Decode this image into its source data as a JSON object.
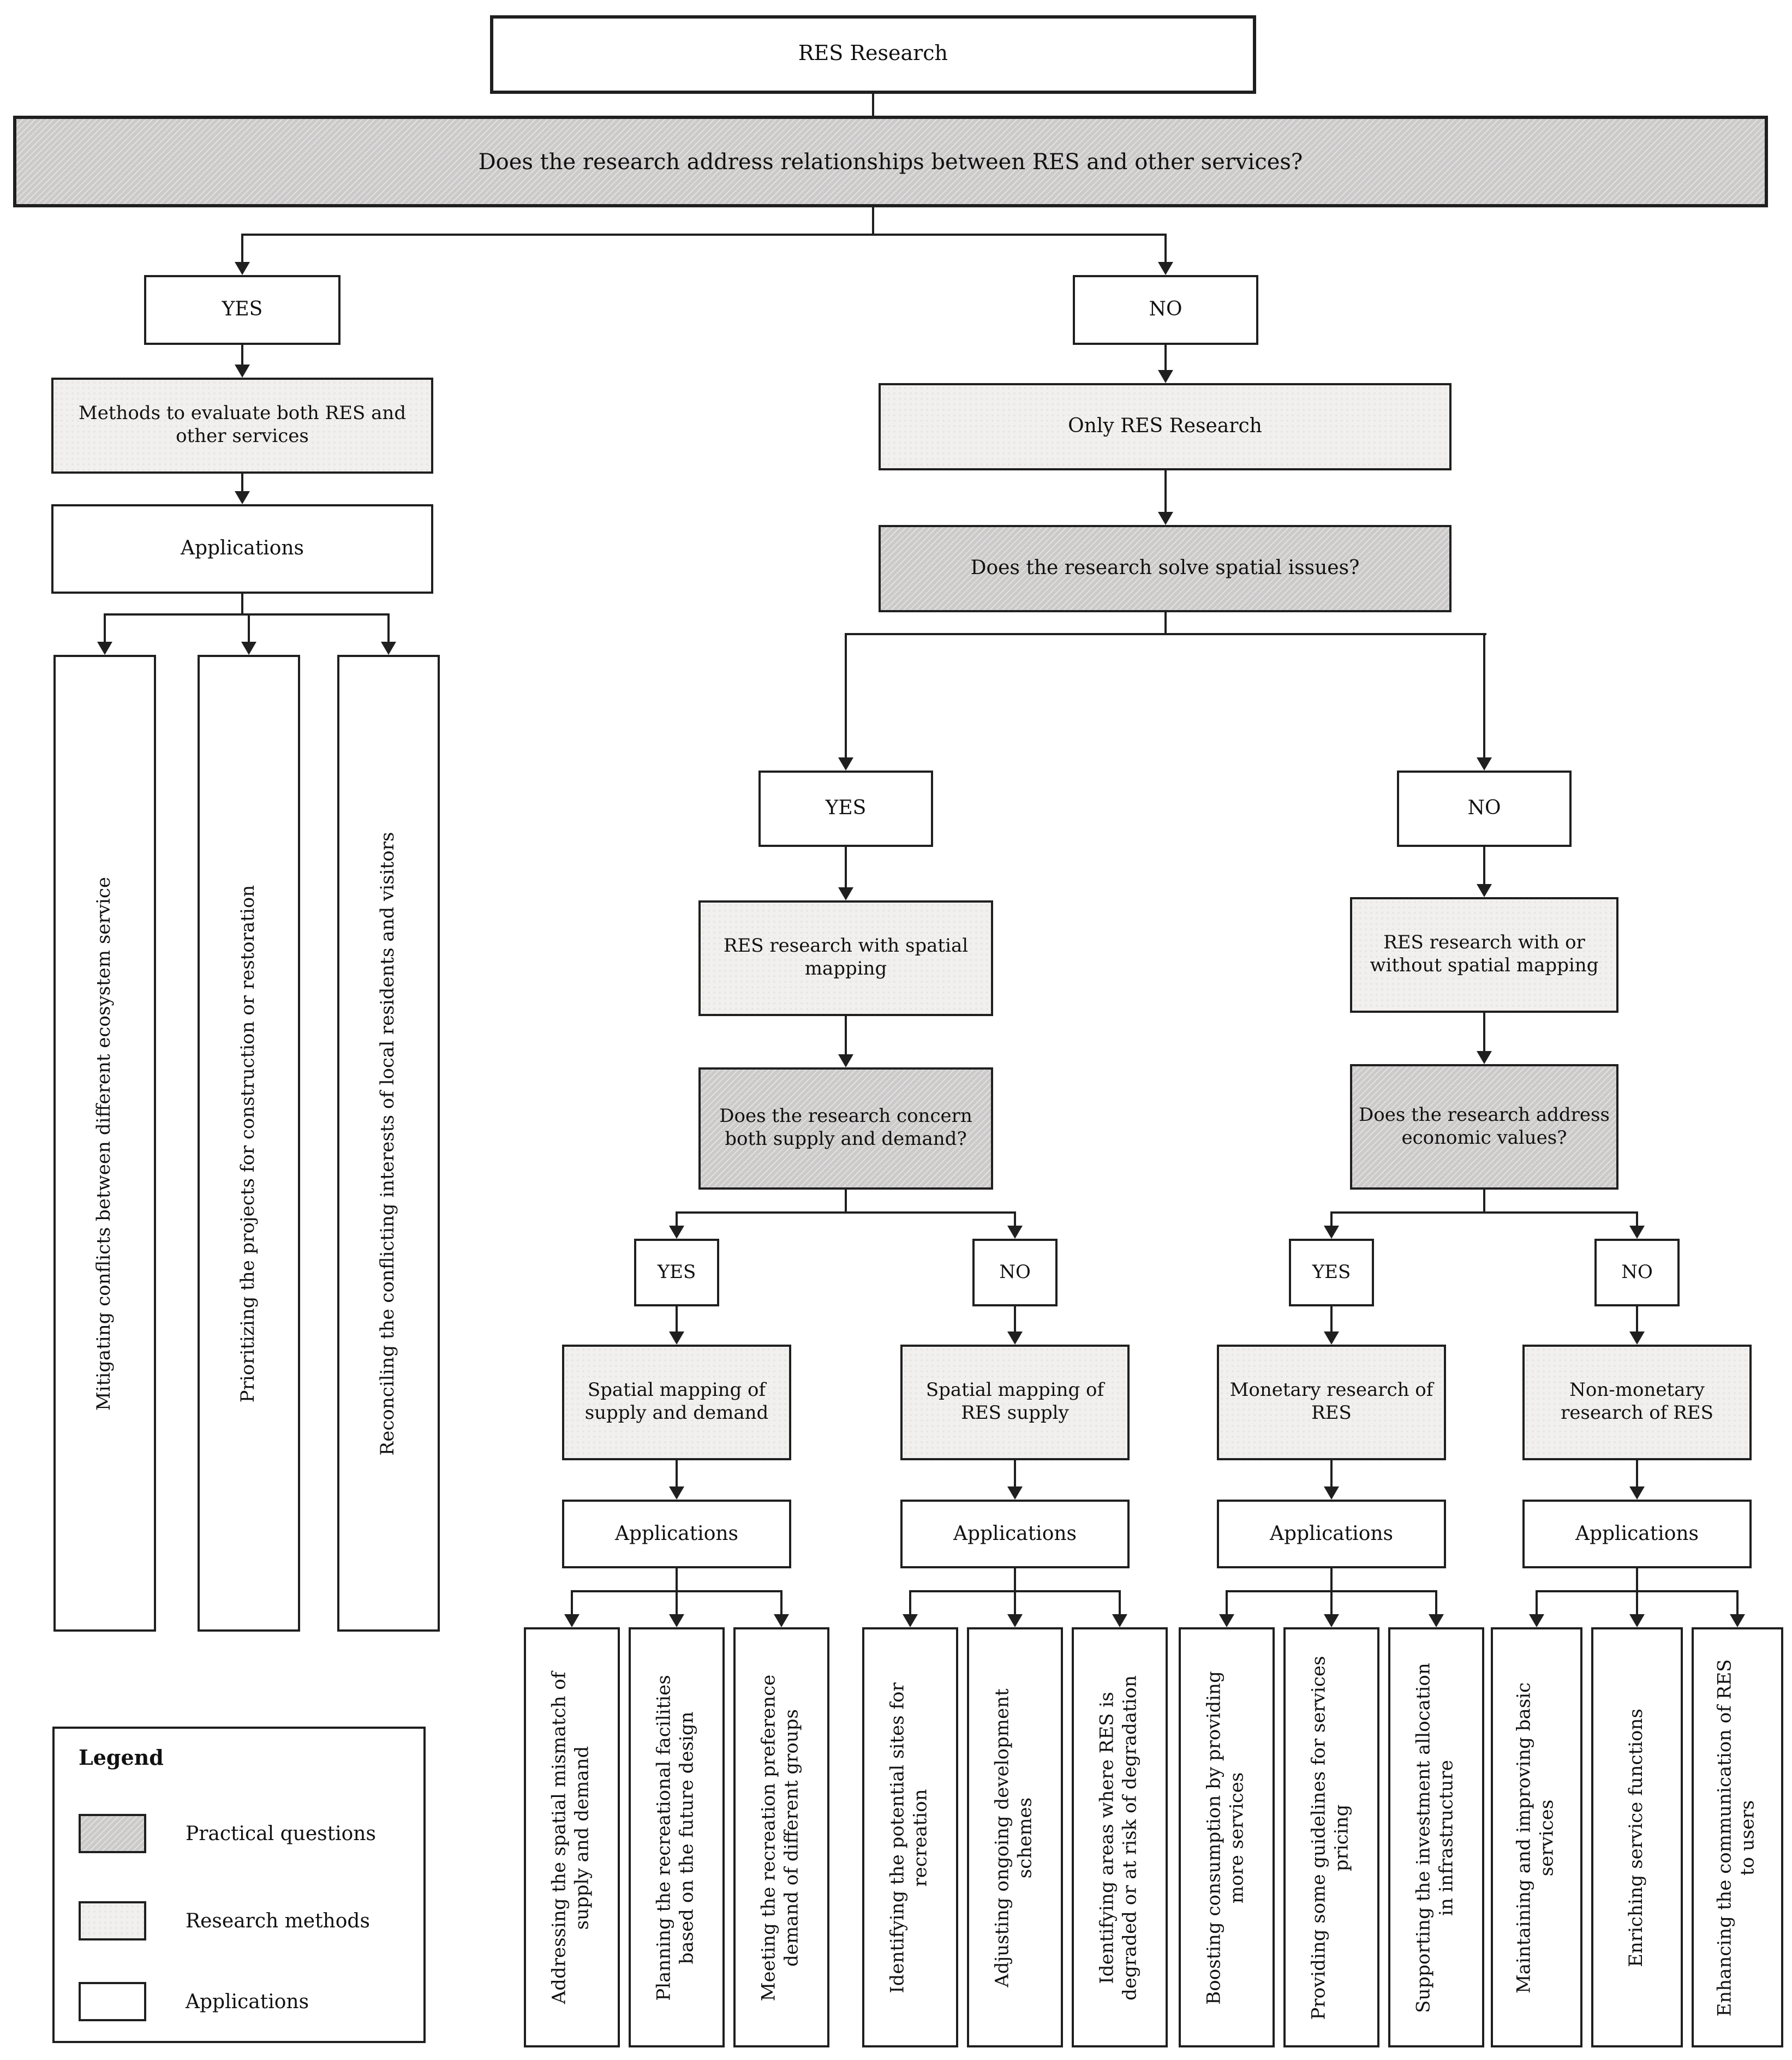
{
  "labels": {
    "yes": "YES",
    "no": "NO",
    "applications": "Applications"
  },
  "nodes": {
    "root": "RES Research",
    "q_relationships": "Does the research address relationships between RES and other services?",
    "methods_both": "Methods to evaluate both RES and other services",
    "only_res": "Only RES Research",
    "q_spatial": "Does the research solve spatial issues?",
    "res_with_mapping": "RES research with spatial mapping",
    "res_with_or_without": "RES research with or without spatial mapping",
    "q_supply_demand": "Does the research concern both supply and demand?",
    "q_economic": "Does the research address economic values?",
    "spatial_supply_demand": "Spatial mapping of supply and demand",
    "spatial_res_supply": "Spatial mapping of RES supply",
    "monetary": "Monetary research of RES",
    "non_monetary": "Non-monetary research of RES"
  },
  "applications_left": [
    "Mitigating conflicts between different ecosystem service",
    "Prioritizing the projects for construction or restoration",
    "Reconciling the conflicting interests of local residents and visitors"
  ],
  "apps_supply_demand": [
    "Addressing the spatial mismatch of supply and demand",
    "Planning the recreational facilities based on the future design",
    "Meeting the recreation preference demand of different groups"
  ],
  "apps_res_supply": [
    "Identifying the potential sites for recreation",
    "Adjusting ongoing development schemes",
    "Identifying areas where RES is degraded or at risk of degradation"
  ],
  "apps_monetary": [
    "Boosting consumption by providing more services",
    "Providing some guidelines for services pricing",
    "Supporting the investment allocation in infrastructure"
  ],
  "apps_non_monetary": [
    "Maintaining and improving basic services",
    "Enriching service functions",
    "Enhancing the communication of RES to users"
  ],
  "legend": {
    "title": "Legend",
    "items": [
      {
        "label": "Practical questions",
        "fill": "practical"
      },
      {
        "label": "Research methods",
        "fill": "methods"
      },
      {
        "label": "Applications",
        "fill": "applications"
      }
    ]
  },
  "colors": {
    "practical": "#d2d1d0",
    "methods": "#f1f0ee",
    "applications": "#ffffff",
    "border": "#1f1f1f"
  }
}
